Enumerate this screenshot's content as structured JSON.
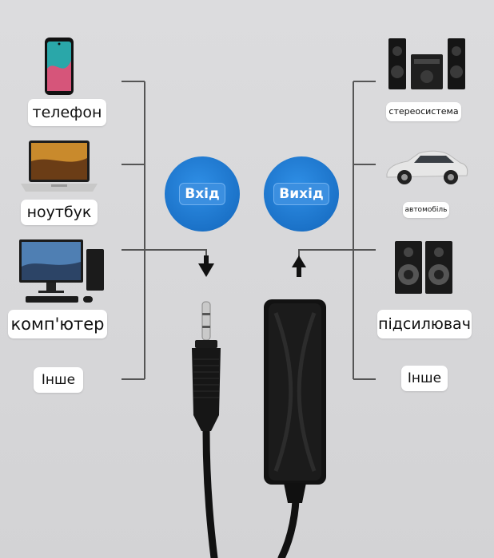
{
  "left": {
    "labels": [
      "телефон",
      "ноутбук",
      "комп'ютер",
      "Інше"
    ],
    "icons": [
      "smartphone-icon",
      "laptop-icon",
      "desktop-computer-icon"
    ]
  },
  "right": {
    "labels": [
      "стереосистема",
      "автомобіль",
      "підсилювач",
      "Інше"
    ],
    "icons": [
      "stereo-system-icon",
      "car-icon",
      "speakers-icon"
    ]
  },
  "badges": {
    "input": "Вхід",
    "output": "Вихід"
  },
  "colors": {
    "accent_blue": "#1b72c8",
    "background": "#d5d5d7",
    "lines": "#555555"
  }
}
